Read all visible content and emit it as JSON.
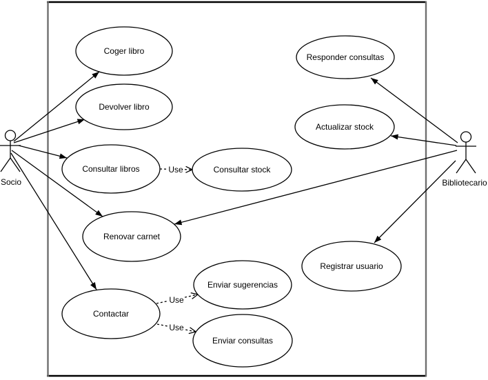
{
  "diagram": {
    "type": "uml-use-case-diagram",
    "actors": [
      {
        "id": "socio",
        "label": "Socio"
      },
      {
        "id": "bibliotecario",
        "label": "Bibliotecario"
      }
    ],
    "use_cases": [
      {
        "id": "coger-libro",
        "label": "Coger libro"
      },
      {
        "id": "devolver-libro",
        "label": "Devolver libro"
      },
      {
        "id": "consultar-libros",
        "label": "Consultar libros"
      },
      {
        "id": "consultar-stock",
        "label": "Consultar stock"
      },
      {
        "id": "renovar-carnet",
        "label": "Renovar carnet"
      },
      {
        "id": "contactar",
        "label": "Contactar"
      },
      {
        "id": "enviar-sugerencias",
        "label": "Enviar sugerencias"
      },
      {
        "id": "enviar-consultas",
        "label": "Enviar consultas"
      },
      {
        "id": "responder-consultas",
        "label": "Responder consultas"
      },
      {
        "id": "actualizar-stock",
        "label": "Actualizar stock"
      },
      {
        "id": "registrar-usuario",
        "label": "Registrar usuario"
      }
    ],
    "relationships": [
      {
        "from": "socio",
        "to": "coger-libro",
        "style": "solid-arrow"
      },
      {
        "from": "socio",
        "to": "devolver-libro",
        "style": "solid-arrow"
      },
      {
        "from": "socio",
        "to": "consultar-libros",
        "style": "solid-arrow"
      },
      {
        "from": "socio",
        "to": "renovar-carnet",
        "style": "solid-arrow"
      },
      {
        "from": "socio",
        "to": "contactar",
        "style": "solid-arrow"
      },
      {
        "from": "bibliotecario",
        "to": "responder-consultas",
        "style": "solid-arrow"
      },
      {
        "from": "bibliotecario",
        "to": "actualizar-stock",
        "style": "solid-arrow"
      },
      {
        "from": "bibliotecario",
        "to": "renovar-carnet",
        "style": "solid-arrow"
      },
      {
        "from": "bibliotecario",
        "to": "registrar-usuario",
        "style": "solid-arrow"
      },
      {
        "from": "consultar-libros",
        "to": "consultar-stock",
        "style": "dashed-open-arrow",
        "label": "Use"
      },
      {
        "from": "contactar",
        "to": "enviar-sugerencias",
        "style": "dashed-open-arrow",
        "label": "Use"
      },
      {
        "from": "contactar",
        "to": "enviar-consultas",
        "style": "dashed-open-arrow",
        "label": "Use"
      }
    ],
    "colors": {
      "shape_stroke": "#000000",
      "shape_fill": "#ffffff",
      "boundary_horizontal": "#000000",
      "boundary_vertical": "#6f6f6f"
    }
  }
}
